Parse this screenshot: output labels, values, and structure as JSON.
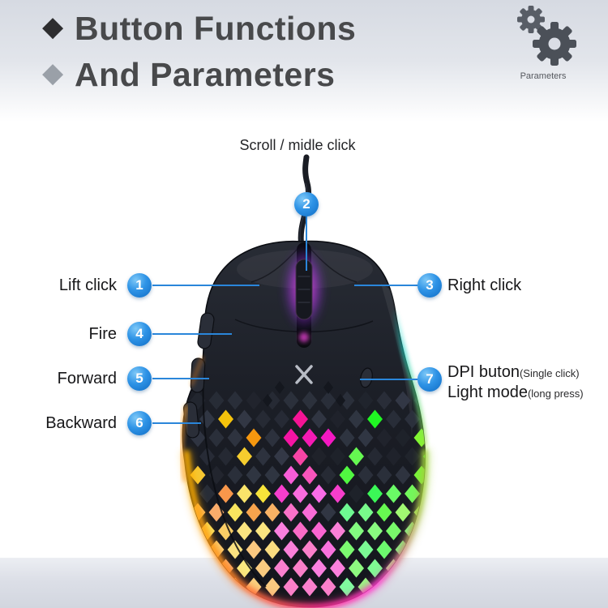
{
  "header": {
    "title_line1": "Button Functions",
    "title_line2": "And Parameters",
    "gears_caption": "Parameters"
  },
  "callouts": {
    "scroll": {
      "num": "2",
      "label": "Scroll / midle click"
    },
    "left": [
      {
        "num": "1",
        "label": "Lift click"
      },
      {
        "num": "4",
        "label": "Fire"
      },
      {
        "num": "5",
        "label": "Forward"
      },
      {
        "num": "6",
        "label": "Backward"
      }
    ],
    "right": [
      {
        "num": "3",
        "label": "Right click"
      },
      {
        "num": "7",
        "main1": "DPI buton",
        "small1": "(Single click)",
        "main2": "Light mode",
        "small2": "(long press)"
      }
    ]
  },
  "colors": {
    "accent_blue": "#2a86da",
    "title_gray": "#48494b",
    "band_gray": "#dfe2e9",
    "mouse_body": "#1b1e26"
  }
}
